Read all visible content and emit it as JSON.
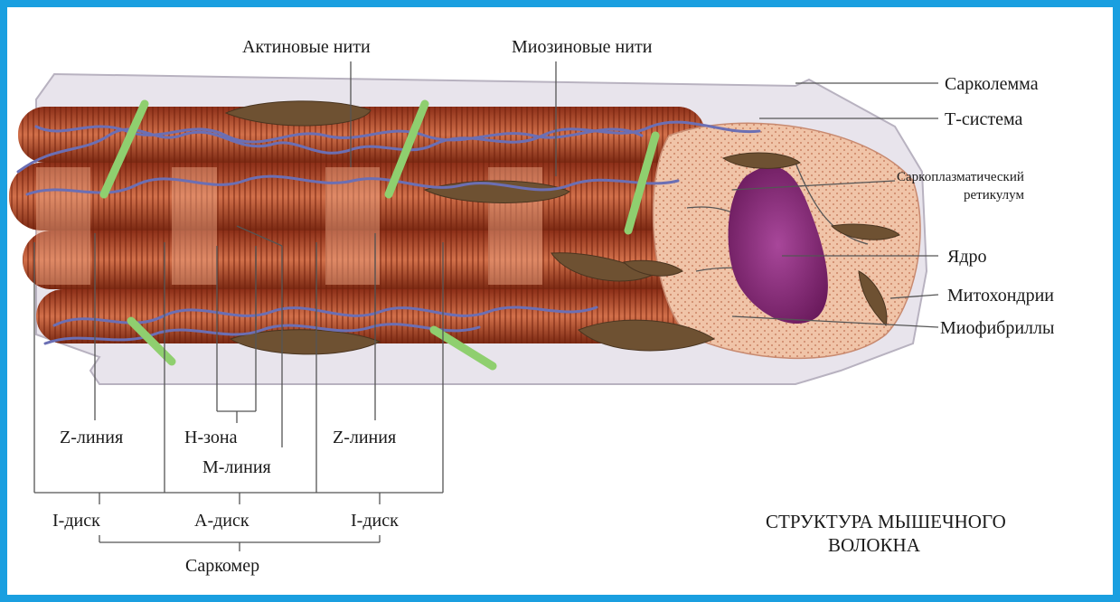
{
  "labels": {
    "actin": "Актиновые нити",
    "myosin": "Миозиновые нити",
    "sarcolemma": "Сарколемма",
    "t_system": "Т-система",
    "sr_line1": "Саркоплазматический",
    "sr_line2": "ретикулум",
    "nucleus": "Ядро",
    "mitochondria": "Митохондрии",
    "myofibrils": "Миофибриллы",
    "z_line_left": "Z-линия",
    "h_zone": "Н-зона",
    "m_line": "М-линия",
    "z_line_right": "Z-линия",
    "i_disc_left": "I-диск",
    "a_disc": "А-диск",
    "i_disc_right": "I-диск",
    "sarcomere": "Саркомер"
  },
  "title": {
    "line1": "СТРУКТУРА МЫШЕЧНОГО",
    "line2": "ВОЛОКНА"
  },
  "colors": {
    "frame": "#1a9fe0",
    "fiber": "#b8502e",
    "membrane": "#e6e2ea",
    "t_tubule": "#8fcf6f",
    "reticulum": "#6b6fb4",
    "nucleus": "#8a2a7a",
    "mitochondria": "#6e5132"
  }
}
